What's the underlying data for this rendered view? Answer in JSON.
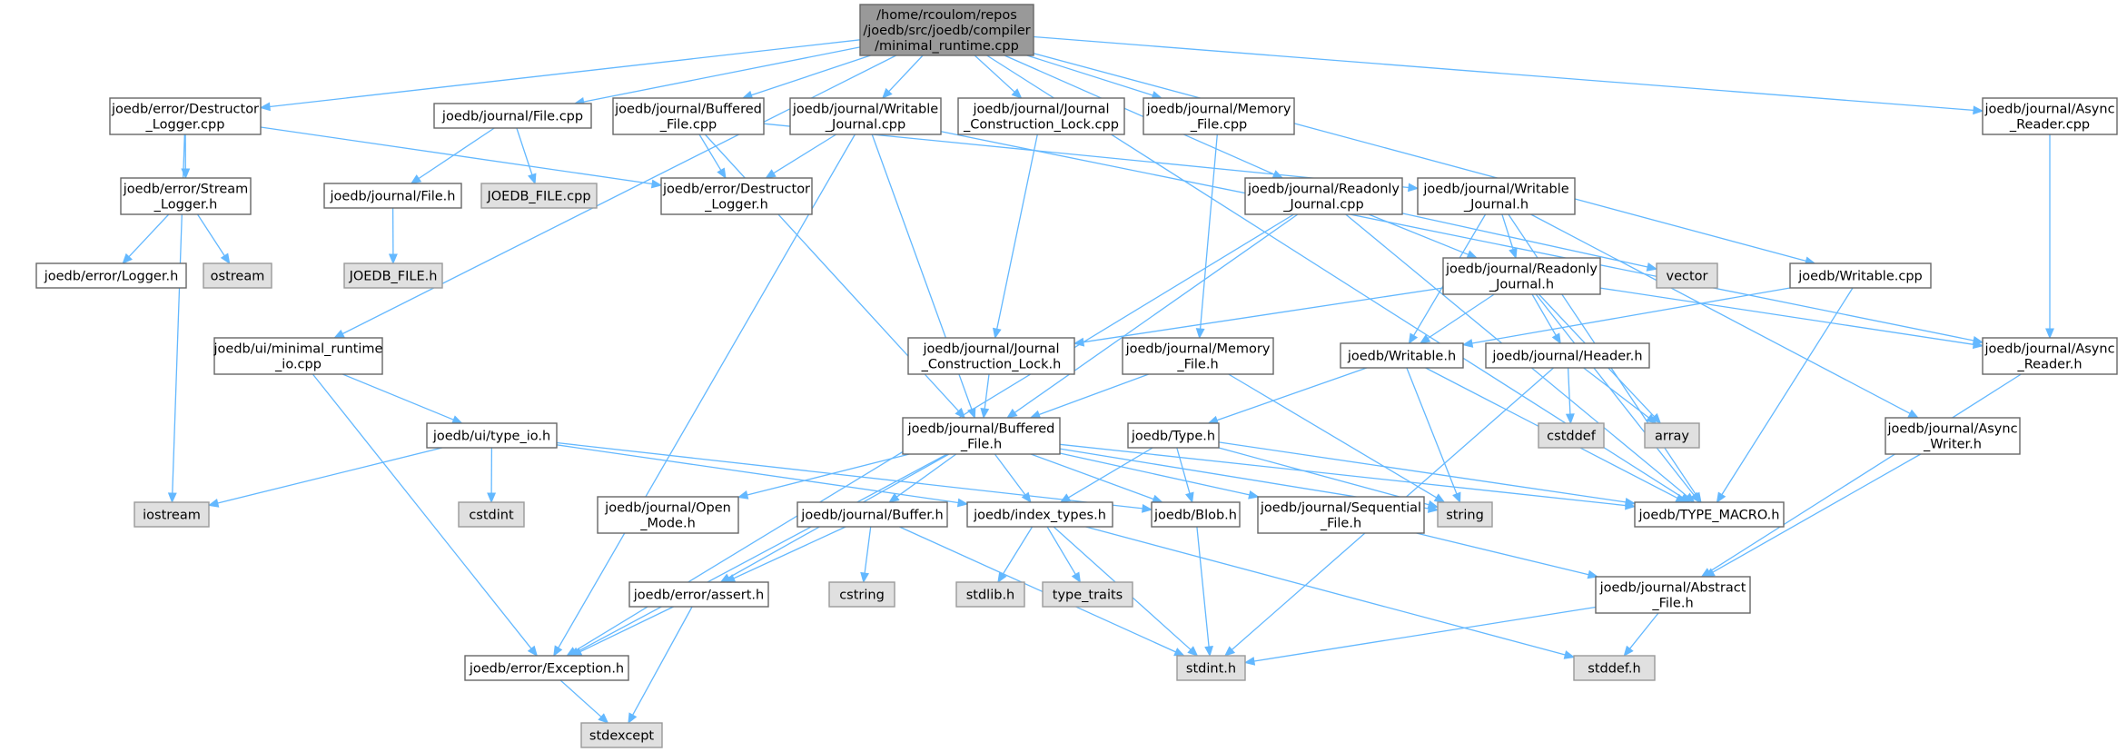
{
  "diagram": {
    "nodes": [
      {
        "id": "root",
        "lines": [
          "/home/rcoulom/repos",
          "/joedb/src/joedb/compiler",
          "/minimal_runtime.cpp"
        ],
        "kind": "root"
      },
      {
        "id": "destructor_logger_cpp",
        "lines": [
          "joedb/error/Destructor",
          "_Logger.cpp"
        ],
        "kind": "normal"
      },
      {
        "id": "file_cpp",
        "lines": [
          "joedb/journal/File.cpp"
        ],
        "kind": "normal"
      },
      {
        "id": "buffered_file_cpp",
        "lines": [
          "joedb/journal/Buffered",
          "_File.cpp"
        ],
        "kind": "normal"
      },
      {
        "id": "writable_journal_cpp",
        "lines": [
          "joedb/journal/Writable",
          "_Journal.cpp"
        ],
        "kind": "normal"
      },
      {
        "id": "journal_construction_lock_cpp",
        "lines": [
          "joedb/journal/Journal",
          "_Construction_Lock.cpp"
        ],
        "kind": "normal"
      },
      {
        "id": "memory_file_cpp",
        "lines": [
          "joedb/journal/Memory",
          "_File.cpp"
        ],
        "kind": "normal"
      },
      {
        "id": "async_reader_cpp",
        "lines": [
          "joedb/journal/Async",
          "_Reader.cpp"
        ],
        "kind": "normal"
      },
      {
        "id": "stream_logger_h",
        "lines": [
          "joedb/error/Stream",
          "_Logger.h"
        ],
        "kind": "normal"
      },
      {
        "id": "file_h",
        "lines": [
          "joedb/journal/File.h"
        ],
        "kind": "normal"
      },
      {
        "id": "joedb_file_cpp",
        "lines": [
          "JOEDB_FILE.cpp"
        ],
        "kind": "system"
      },
      {
        "id": "destructor_logger_h",
        "lines": [
          "joedb/error/Destructor",
          "_Logger.h"
        ],
        "kind": "normal"
      },
      {
        "id": "readonly_journal_cpp",
        "lines": [
          "joedb/journal/Readonly",
          "_Journal.cpp"
        ],
        "kind": "normal"
      },
      {
        "id": "writable_journal_h",
        "lines": [
          "joedb/journal/Writable",
          "_Journal.h"
        ],
        "kind": "normal"
      },
      {
        "id": "logger_h",
        "lines": [
          "joedb/error/Logger.h"
        ],
        "kind": "normal"
      },
      {
        "id": "ostream",
        "lines": [
          "ostream"
        ],
        "kind": "system"
      },
      {
        "id": "joedb_file_h",
        "lines": [
          "JOEDB_FILE.h"
        ],
        "kind": "system"
      },
      {
        "id": "vector",
        "lines": [
          "vector"
        ],
        "kind": "system"
      },
      {
        "id": "readonly_journal_h",
        "lines": [
          "joedb/journal/Readonly",
          "_Journal.h"
        ],
        "kind": "normal"
      },
      {
        "id": "writable_cpp",
        "lines": [
          "joedb/Writable.cpp"
        ],
        "kind": "normal"
      },
      {
        "id": "minimal_runtime_io_cpp",
        "lines": [
          "joedb/ui/minimal_runtime",
          "_io.cpp"
        ],
        "kind": "normal"
      },
      {
        "id": "journal_construction_lock_h",
        "lines": [
          "joedb/journal/Journal",
          "_Construction_Lock.h"
        ],
        "kind": "normal"
      },
      {
        "id": "memory_file_h",
        "lines": [
          "joedb/journal/Memory",
          "_File.h"
        ],
        "kind": "normal"
      },
      {
        "id": "writable_h",
        "lines": [
          "joedb/Writable.h"
        ],
        "kind": "normal"
      },
      {
        "id": "header_h",
        "lines": [
          "joedb/journal/Header.h"
        ],
        "kind": "normal"
      },
      {
        "id": "async_reader_h",
        "lines": [
          "joedb/journal/Async",
          "_Reader.h"
        ],
        "kind": "normal"
      },
      {
        "id": "type_io_h",
        "lines": [
          "joedb/ui/type_io.h"
        ],
        "kind": "normal"
      },
      {
        "id": "buffered_file_h",
        "lines": [
          "joedb/journal/Buffered",
          "_File.h"
        ],
        "kind": "normal"
      },
      {
        "id": "type_h",
        "lines": [
          "joedb/Type.h"
        ],
        "kind": "normal"
      },
      {
        "id": "cstddef",
        "lines": [
          "cstddef"
        ],
        "kind": "system"
      },
      {
        "id": "array",
        "lines": [
          "array"
        ],
        "kind": "system"
      },
      {
        "id": "async_writer_h",
        "lines": [
          "joedb/journal/Async",
          "_Writer.h"
        ],
        "kind": "normal"
      },
      {
        "id": "iostream",
        "lines": [
          "iostream"
        ],
        "kind": "system"
      },
      {
        "id": "cstdint",
        "lines": [
          "cstdint"
        ],
        "kind": "system"
      },
      {
        "id": "open_mode_h",
        "lines": [
          "joedb/journal/Open",
          "_Mode.h"
        ],
        "kind": "normal"
      },
      {
        "id": "buffer_h",
        "lines": [
          "joedb/journal/Buffer.h"
        ],
        "kind": "normal"
      },
      {
        "id": "index_types_h",
        "lines": [
          "joedb/index_types.h"
        ],
        "kind": "normal"
      },
      {
        "id": "blob_h",
        "lines": [
          "joedb/Blob.h"
        ],
        "kind": "normal"
      },
      {
        "id": "sequential_file_h",
        "lines": [
          "joedb/journal/Sequential",
          "_File.h"
        ],
        "kind": "normal"
      },
      {
        "id": "string",
        "lines": [
          "string"
        ],
        "kind": "system"
      },
      {
        "id": "type_macro_h",
        "lines": [
          "joedb/TYPE_MACRO.h"
        ],
        "kind": "normal"
      },
      {
        "id": "cstring",
        "lines": [
          "cstring"
        ],
        "kind": "system"
      },
      {
        "id": "stdlib_h",
        "lines": [
          "stdlib.h"
        ],
        "kind": "system"
      },
      {
        "id": "type_traits",
        "lines": [
          "type_traits"
        ],
        "kind": "system"
      },
      {
        "id": "assert_h",
        "lines": [
          "joedb/error/assert.h"
        ],
        "kind": "normal"
      },
      {
        "id": "abstract_file_h",
        "lines": [
          "joedb/journal/Abstract",
          "_File.h"
        ],
        "kind": "normal"
      },
      {
        "id": "exception_h",
        "lines": [
          "joedb/error/Exception.h"
        ],
        "kind": "normal"
      },
      {
        "id": "stdint_h",
        "lines": [
          "stdint.h"
        ],
        "kind": "system"
      },
      {
        "id": "stddef_h",
        "lines": [
          "stddef.h"
        ],
        "kind": "system"
      },
      {
        "id": "stdexcept",
        "lines": [
          "stdexcept"
        ],
        "kind": "system"
      }
    ],
    "edges": [
      [
        "root",
        "destructor_logger_cpp"
      ],
      [
        "root",
        "file_cpp"
      ],
      [
        "root",
        "buffered_file_cpp"
      ],
      [
        "root",
        "writable_journal_cpp"
      ],
      [
        "root",
        "journal_construction_lock_cpp"
      ],
      [
        "root",
        "memory_file_cpp"
      ],
      [
        "root",
        "readonly_journal_cpp"
      ],
      [
        "root",
        "writable_cpp"
      ],
      [
        "root",
        "async_reader_cpp"
      ],
      [
        "root",
        "minimal_runtime_io_cpp"
      ],
      [
        "root",
        "type_macro_h"
      ],
      [
        "destructor_logger_cpp",
        "stream_logger_h"
      ],
      [
        "destructor_logger_cpp",
        "destructor_logger_h"
      ],
      [
        "destructor_logger_cpp",
        "iostream"
      ],
      [
        "stream_logger_h",
        "logger_h"
      ],
      [
        "stream_logger_h",
        "ostream"
      ],
      [
        "file_cpp",
        "file_h"
      ],
      [
        "file_cpp",
        "joedb_file_cpp"
      ],
      [
        "file_h",
        "joedb_file_h"
      ],
      [
        "buffered_file_cpp",
        "destructor_logger_h"
      ],
      [
        "buffered_file_cpp",
        "buffered_file_h"
      ],
      [
        "buffered_file_cpp",
        "writable_journal_h"
      ],
      [
        "writable_journal_cpp",
        "destructor_logger_h"
      ],
      [
        "writable_journal_cpp",
        "buffered_file_h"
      ],
      [
        "writable_journal_cpp",
        "exception_h"
      ],
      [
        "writable_journal_cpp",
        "async_reader_h"
      ],
      [
        "journal_construction_lock_cpp",
        "journal_construction_lock_h"
      ],
      [
        "memory_file_cpp",
        "memory_file_h"
      ],
      [
        "async_reader_cpp",
        "async_reader_h"
      ],
      [
        "readonly_journal_cpp",
        "readonly_journal_h"
      ],
      [
        "readonly_journal_cpp",
        "vector"
      ],
      [
        "readonly_journal_cpp",
        "type_macro_h"
      ],
      [
        "readonly_journal_cpp",
        "buffered_file_h"
      ],
      [
        "readonly_journal_cpp",
        "exception_h"
      ],
      [
        "writable_journal_h",
        "readonly_journal_h"
      ],
      [
        "writable_journal_h",
        "writable_h"
      ],
      [
        "writable_journal_h",
        "async_writer_h"
      ],
      [
        "writable_journal_h",
        "type_macro_h"
      ],
      [
        "readonly_journal_h",
        "journal_construction_lock_h"
      ],
      [
        "readonly_journal_h",
        "writable_h"
      ],
      [
        "readonly_journal_h",
        "header_h"
      ],
      [
        "readonly_journal_h",
        "async_reader_h"
      ],
      [
        "readonly_journal_h",
        "array"
      ],
      [
        "readonly_journal_h",
        "type_macro_h"
      ],
      [
        "writable_cpp",
        "writable_h"
      ],
      [
        "writable_cpp",
        "type_macro_h"
      ],
      [
        "minimal_runtime_io_cpp",
        "type_io_h"
      ],
      [
        "minimal_runtime_io_cpp",
        "exception_h"
      ],
      [
        "type_io_h",
        "iostream"
      ],
      [
        "type_io_h",
        "cstdint"
      ],
      [
        "type_io_h",
        "index_types_h"
      ],
      [
        "type_io_h",
        "blob_h"
      ],
      [
        "journal_construction_lock_h",
        "buffered_file_h"
      ],
      [
        "memory_file_h",
        "buffered_file_h"
      ],
      [
        "memory_file_h",
        "string"
      ],
      [
        "writable_h",
        "type_h"
      ],
      [
        "writable_h",
        "string"
      ],
      [
        "writable_h",
        "type_macro_h"
      ],
      [
        "header_h",
        "cstddef"
      ],
      [
        "header_h",
        "array"
      ],
      [
        "header_h",
        "stdint_h"
      ],
      [
        "async_reader_h",
        "abstract_file_h"
      ],
      [
        "async_writer_h",
        "abstract_file_h"
      ],
      [
        "buffered_file_h",
        "open_mode_h"
      ],
      [
        "buffered_file_h",
        "buffer_h"
      ],
      [
        "buffered_file_h",
        "index_types_h"
      ],
      [
        "buffered_file_h",
        "blob_h"
      ],
      [
        "buffered_file_h",
        "sequential_file_h"
      ],
      [
        "buffered_file_h",
        "string"
      ],
      [
        "buffered_file_h",
        "assert_h"
      ],
      [
        "buffered_file_h",
        "exception_h"
      ],
      [
        "buffered_file_h",
        "type_macro_h"
      ],
      [
        "type_h",
        "index_types_h"
      ],
      [
        "type_h",
        "blob_h"
      ],
      [
        "type_h",
        "string"
      ],
      [
        "type_h",
        "type_macro_h"
      ],
      [
        "buffer_h",
        "cstring"
      ],
      [
        "buffer_h",
        "stdint_h"
      ],
      [
        "buffer_h",
        "assert_h"
      ],
      [
        "index_types_h",
        "stdlib_h"
      ],
      [
        "index_types_h",
        "type_traits"
      ],
      [
        "index_types_h",
        "stdint_h"
      ],
      [
        "index_types_h",
        "stddef_h"
      ],
      [
        "blob_h",
        "stdint_h"
      ],
      [
        "sequential_file_h",
        "abstract_file_h"
      ],
      [
        "assert_h",
        "exception_h"
      ],
      [
        "assert_h",
        "stdexcept"
      ],
      [
        "abstract_file_h",
        "stdint_h"
      ],
      [
        "abstract_file_h",
        "stddef_h"
      ],
      [
        "exception_h",
        "stdexcept"
      ]
    ]
  }
}
